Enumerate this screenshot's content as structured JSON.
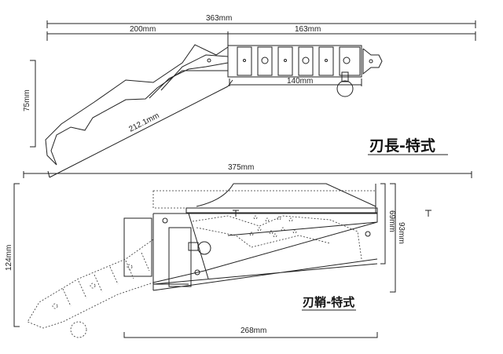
{
  "knife": {
    "title": "刃長-特式",
    "dims": {
      "total": "363mm",
      "blade": "200mm",
      "handle": "163mm",
      "grip": "140mm",
      "height": "75mm",
      "diagonal": "212.1mm"
    }
  },
  "sheath": {
    "title": "刃鞘-特式",
    "dims": {
      "total": "375mm",
      "height": "124mm",
      "body": "268mm",
      "inner": "69mm",
      "outer": "93mm"
    }
  }
}
